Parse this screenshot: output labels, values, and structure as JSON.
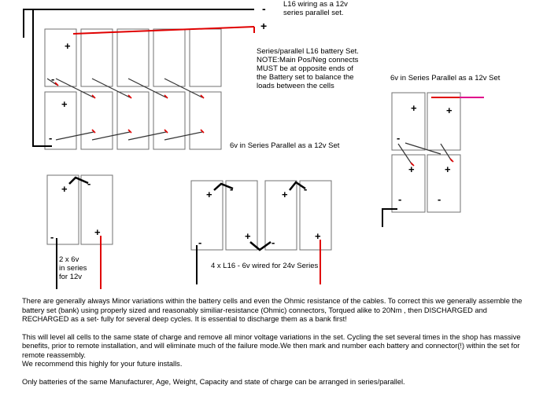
{
  "labels": {
    "top_title": "L16 wiring as a 12v\nseries parallel set.",
    "neg_sign": "-",
    "pos_sign": "+",
    "note": "Series/parallel L16 battery Set.\nNOTE:Main Pos/Neg connects\nMUST be at opposite ends of\nthe Battery set to balance the\nloads between the cells",
    "top_set_caption": "6v in Series Parallel as a 12v Set",
    "right_set_caption": "6v in Series Parallel as a 12v Set",
    "two_x6_caption": "2 x 6v\nin series\nfor 12v",
    "four_l16_caption": "4 x L16 - 6v wired for 24v Series"
  },
  "notes": {
    "p1": "There are generally always Minor variations within the battery cells and even the Ohmic resistance of the cables. To correct this we generally   assemble the battery set (bank) using properly sized and reasonably similiar-resistance (Ohmic) connectors, Torqued alike to 20Nm , then  DISCHARGED and RECHARGED  as a set- fully for several deep cycles.  It is  essential to discharge them as a bank first!",
    "p2": "This will level all cells to the same state of charge and remove all minor voltage variations in the set. Cycling the set several times in the shop has massive benefits, prior to remote installation, and will eliminate much of the failure mode.We then mark and number each battery and connector(!) within the set for remote reassembly.\nWe recommend this highly for your future installs.",
    "p3": "Only batteries of the same Manufacturer, Age, Weight, Capacity and state of charge can be arranged in series/parallel."
  },
  "colors": {
    "positive_wire": "#e00000",
    "negative_wire": "#000000",
    "accent_wire": "#e0008a",
    "battery_outline": "#707070"
  }
}
